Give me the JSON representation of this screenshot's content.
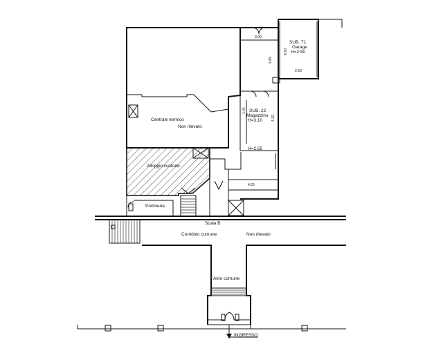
{
  "rooms": {
    "centrale_termico": "Centrale termico",
    "non_rilevato_top": "Non rilevato",
    "alloggio_custode": "Alloggio custode",
    "portineria": "Portineria",
    "scala_b": "Scala B",
    "corridoio_comune": "Corridoio comune",
    "non_rilevato_corridor": "Non rilevato",
    "atrio_comune": "Atrio comune",
    "ingresso": "INGRESSO"
  },
  "sub71": {
    "line1": "SUB. 71",
    "line2": "Garage",
    "line3": "H=2.50"
  },
  "sub22": {
    "line1": "SUB. 22",
    "line2": "Magazzino",
    "line3": "H=3.10"
  },
  "dimensions": {
    "d300": "3.00",
    "d489": "4.89",
    "d480": "4.80",
    "d263": "2.63",
    "d144": "1.44",
    "d432": "4.32",
    "h255": "H=2.55",
    "d425": "4.25"
  }
}
